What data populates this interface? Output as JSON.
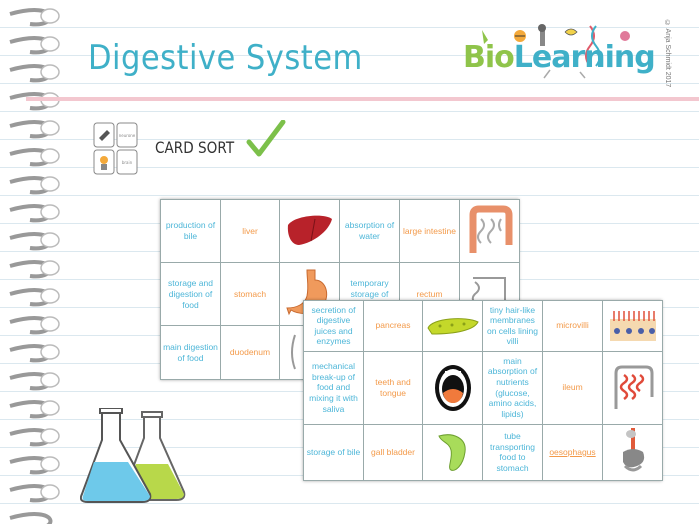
{
  "title": "Digestive System",
  "logo": {
    "part1": "Bio",
    "part2": "Learning",
    "copyright": "© Anja Schmidt 2017"
  },
  "card_sort": {
    "label": "CARD SORT",
    "icon_texts": [
      "neurone",
      "brain"
    ]
  },
  "back_sheet": {
    "rows": [
      [
        {
          "fn": "production of bile",
          "organ": "liver",
          "icon": "liver-icon"
        },
        {
          "fn": "absorption of water",
          "organ": "large intestine",
          "icon": "large-intestine-icon"
        }
      ],
      [
        {
          "fn": "storage and digestion of food",
          "organ": "stomach",
          "icon": "stomach-icon"
        },
        {
          "fn": "temporary storage of faeces",
          "organ": "rectum",
          "icon": "rectum-icon"
        }
      ],
      [
        {
          "fn": "main digestion of food",
          "organ": "duodenum",
          "icon": "duodenum-icon"
        },
        {
          "fn": "",
          "organ": "",
          "icon": ""
        }
      ]
    ]
  },
  "front_sheet": {
    "rows": [
      [
        {
          "fn": "secretion of digestive juices and enzymes",
          "organ": "pancreas",
          "icon": "pancreas-icon"
        },
        {
          "fn": "tiny hair-like membranes on cells lining villi",
          "organ": "microvilli",
          "icon": "microvilli-icon"
        }
      ],
      [
        {
          "fn": "mechanical break-up of food and mixing it with saliva",
          "organ": "teeth and tongue",
          "icon": "mouth-icon"
        },
        {
          "fn": "main absorption of nutrients (glucose, amino acids, lipids)",
          "organ": "ileum",
          "icon": "small-intestine-icon"
        }
      ],
      [
        {
          "fn": "storage of bile",
          "organ": "gall bladder",
          "icon": "gall-bladder-icon"
        },
        {
          "fn": "tube transporting food to stomach",
          "organ": "oesophagus",
          "icon": "oesophagus-icon"
        }
      ]
    ]
  },
  "colors": {
    "title": "#3fb0c8",
    "function_text": "#4db6d8",
    "organ_text": "#f39a4a",
    "check": "#7cc04a",
    "divider": "#f3c7cf"
  }
}
